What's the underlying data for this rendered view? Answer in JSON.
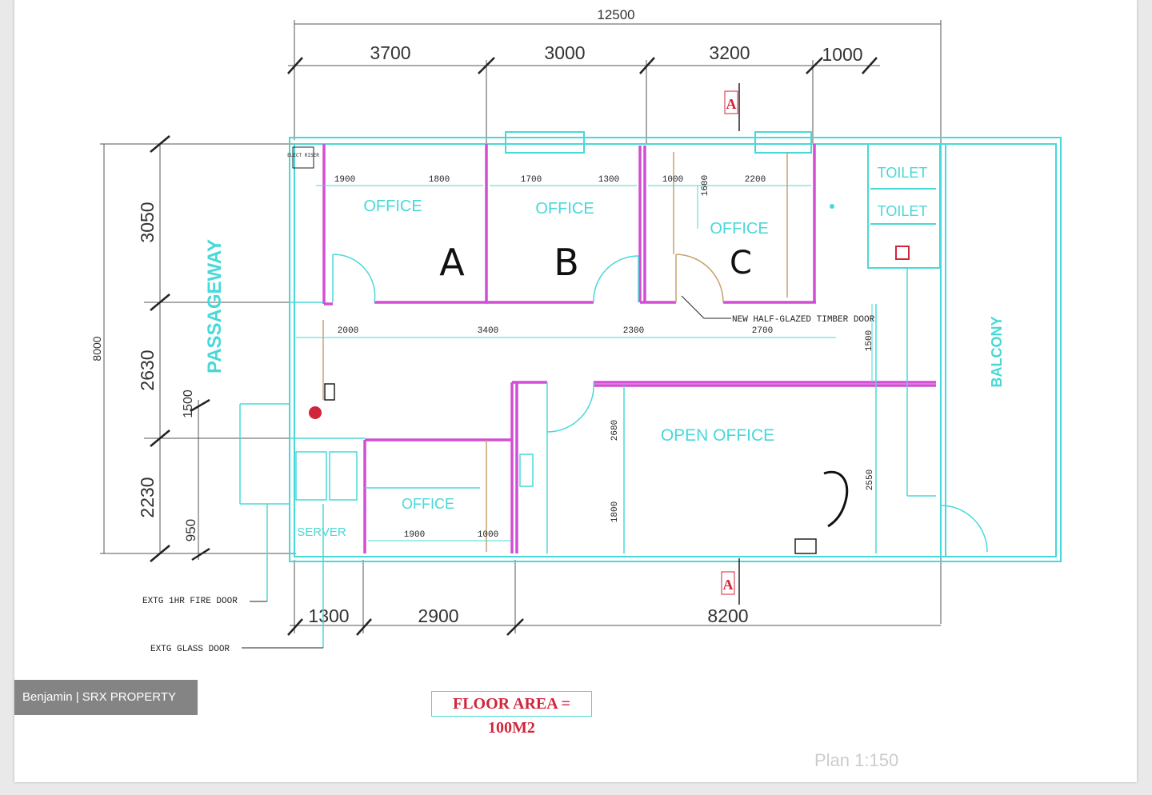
{
  "dims": {
    "overall_top": "12500",
    "top": [
      "3700",
      "3000",
      "3200",
      "1000"
    ],
    "left_overall": "8000",
    "left": [
      "3050",
      "2630",
      "2230",
      "950"
    ],
    "left_small": "1500",
    "bottom": [
      "1300",
      "2900",
      "8200"
    ],
    "office_a": [
      "1900",
      "1800"
    ],
    "office_b": [
      "1700",
      "1300"
    ],
    "office_c": [
      "1000",
      "2200"
    ],
    "office_c_vertical": "1600",
    "corridor": [
      "2000",
      "3400",
      "2300",
      "2700"
    ],
    "corridor_vertical": "1500",
    "lower_office": [
      "1900",
      "1000"
    ],
    "right_vertical": [
      "2680",
      "1800",
      "2550"
    ]
  },
  "rooms": {
    "office_label": "OFFICE",
    "toilet_label": "TOILET",
    "passageway": "PASSAGEWAY",
    "balcony": "BALCONY",
    "server": "SERVER",
    "open_office": "OPEN OFFICE",
    "lower_office": "OFFICE",
    "elect": "ELECT RISER"
  },
  "handwritten": [
    "A",
    "B",
    "C"
  ],
  "section_marker": "A",
  "notes": {
    "door_note": "NEW HALF-GLAZED TIMBER DOOR",
    "fire_door": "EXTG 1HR FIRE DOOR",
    "glass_door": "EXTG GLASS DOOR"
  },
  "floor_area": "FLOOR AREA = 100M2",
  "scale": "Plan 1:150",
  "watermark": "Benjamin | SRX PROPERTY",
  "colors": {
    "wall": "#48d8d8",
    "new_wall": "#d24fd4",
    "dimension": "#333333",
    "area_text": "#d1253a"
  }
}
